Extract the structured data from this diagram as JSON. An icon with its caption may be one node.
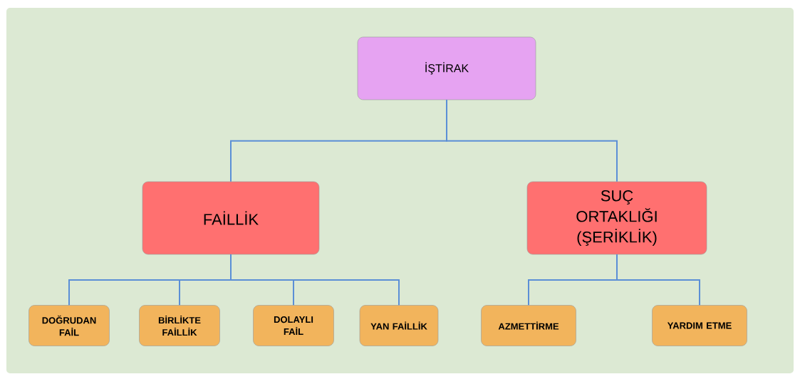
{
  "diagram": {
    "nodes": [
      {
        "text": [
          "İŞTİRAK"
        ]
      },
      {
        "text": [
          "FAİLLİK"
        ]
      },
      {
        "text": [
          "SUÇ ORTAKLIĞI (ŞERİKLİK)"
        ]
      },
      {
        "text": [
          "DOĞRUDAN FAİL"
        ]
      },
      {
        "text": [
          "BİRLİKTE FAİLLİK"
        ]
      },
      {
        "text": [
          "DOLAYLI FAİL"
        ]
      },
      {
        "text": [
          "YAN FAİLLİK"
        ]
      },
      {
        "text": [
          "AZMETTİRME"
        ]
      },
      {
        "text": [
          "YARDIM ETME"
        ]
      }
    ],
    "edges": [
      {
        "from": 0,
        "to": 1,
        "arrow": "none"
      },
      {
        "from": 0,
        "to": 2,
        "arrow": "none"
      },
      {
        "from": 1,
        "to": 3,
        "arrow": "none"
      },
      {
        "from": 1,
        "to": 4,
        "arrow": "none"
      },
      {
        "from": 1,
        "to": 5,
        "arrow": "none"
      },
      {
        "from": 1,
        "to": 6,
        "arrow": "none"
      },
      {
        "from": 2,
        "to": 7,
        "arrow": "none"
      },
      {
        "from": 2,
        "to": 8,
        "arrow": "none"
      }
    ]
  }
}
